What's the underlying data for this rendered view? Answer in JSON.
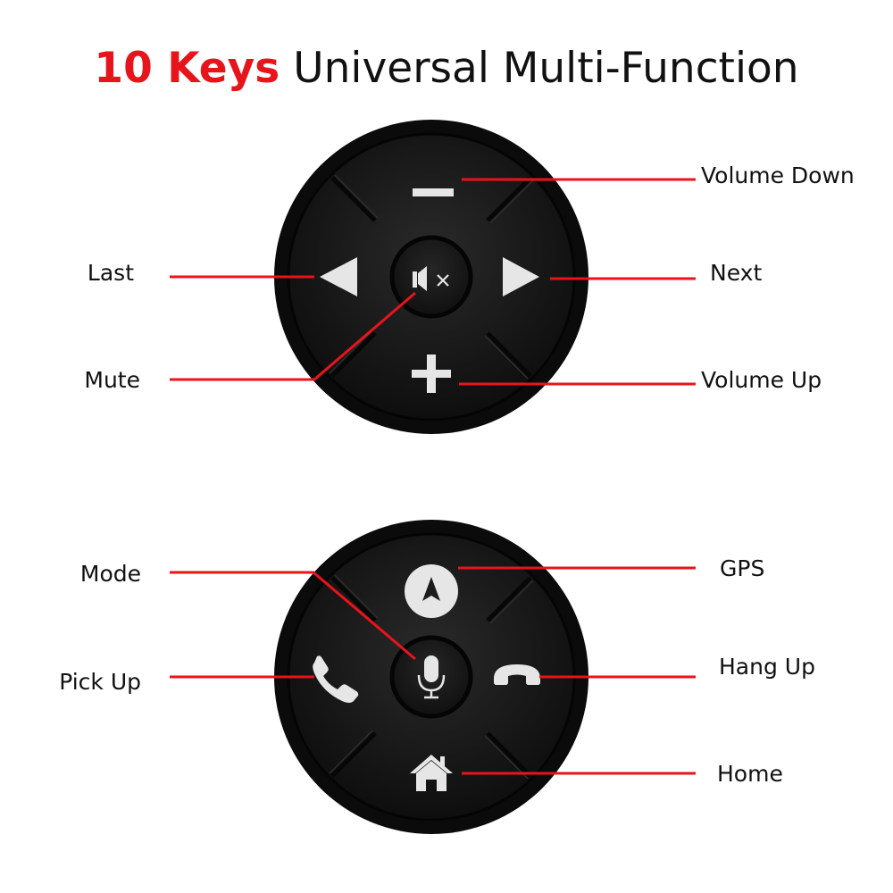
{
  "title": {
    "highlight": "10 Keys",
    "rest": "Universal Multi-Function"
  },
  "colors": {
    "accent": "#e8141b",
    "body_dark": "#1c1c1c",
    "icon_light": "#e6e6e6"
  },
  "labels": {
    "volume_down": "Volume Down",
    "last": "Last",
    "next": "Next",
    "mute": "Mute",
    "volume_up": "Volume Up",
    "mode": "Mode",
    "gps": "GPS",
    "pick_up": "Pick Up",
    "hang_up": "Hang Up",
    "home": "Home"
  },
  "icons": {
    "remote1": [
      "minus-icon",
      "triangle-left-icon",
      "triangle-right-icon",
      "mute-speaker-icon",
      "plus-icon"
    ],
    "remote2": [
      "navigation-arrow-icon",
      "phone-icon",
      "hang-up-phone-icon",
      "microphone-icon",
      "home-icon"
    ]
  }
}
